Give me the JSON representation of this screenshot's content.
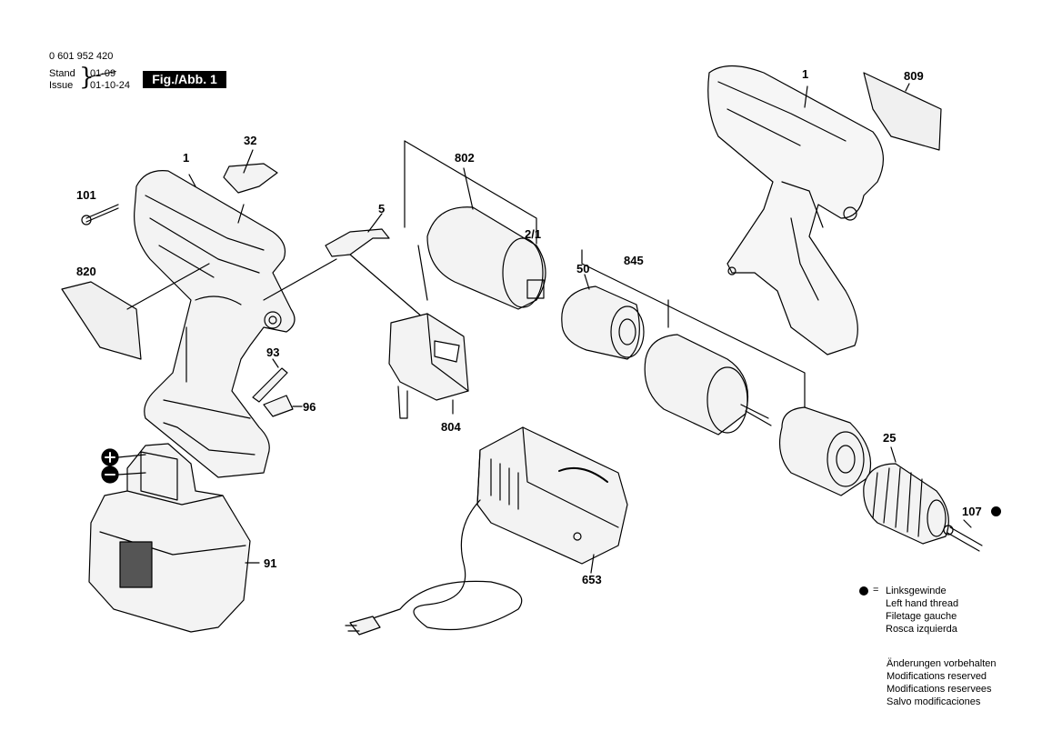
{
  "header": {
    "doc_number": "0 601 952 420",
    "stand_label": "Stand",
    "issue_label": "Issue",
    "stand_date": "01-09",
    "issue_date": "01-10-24",
    "figure_label": "Fig./Abb. 1"
  },
  "callouts": {
    "c1_left": "1",
    "c1_right": "1",
    "c32": "32",
    "c101": "101",
    "c5": "5",
    "c802": "802",
    "c2_1": "2/1",
    "c809": "809",
    "c820": "820",
    "c50": "50",
    "c845": "845",
    "c93": "93",
    "c96": "96",
    "c804": "804",
    "c25": "25",
    "c107": "107",
    "c91": "91",
    "c653": "653"
  },
  "legend": {
    "eq": "=",
    "lines": [
      "Linksgewinde",
      "Left hand thread",
      "Filetage gauche",
      "Rosca izquierda"
    ]
  },
  "notes": {
    "lines": [
      "Änderungen vorbehalten",
      "Modifications reserved",
      "Modifications reservees",
      "Salvo modificaciones"
    ]
  }
}
